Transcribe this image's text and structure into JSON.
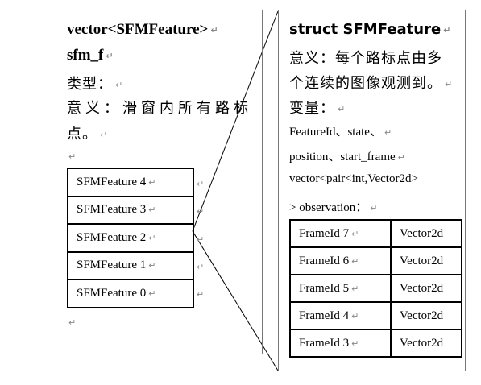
{
  "left": {
    "title_line1": "vector<SFMFeature>",
    "title_line2": "sfm_f",
    "type_label": "类型：",
    "meaning_line1": "意义：滑窗内所有路标",
    "meaning_line2": "点。",
    "features": [
      "SFMFeature 4",
      "SFMFeature 3",
      "SFMFeature 2",
      "SFMFeature 1",
      "SFMFeature 0"
    ]
  },
  "right": {
    "title": "struct SFMFeature",
    "meaning_line1": "意义：每个路标点由多",
    "meaning_line2": "个连续的图像观测到。",
    "vars_label": "变量：",
    "var_line1": "FeatureId、state、",
    "var_line2": "position、start_frame",
    "var_line3": "vector<pair<int,Vector2d>",
    "var_line4": "> observation：",
    "observations": [
      {
        "frame": "FrameId 7",
        "value": "Vector2d"
      },
      {
        "frame": "FrameId 6",
        "value": "Vector2d"
      },
      {
        "frame": "FrameId 5",
        "value": "Vector2d"
      },
      {
        "frame": "FrameId 4",
        "value": "Vector2d"
      },
      {
        "frame": "FrameId 3",
        "value": "Vector2d"
      }
    ]
  },
  "paragraph_mark": "↵"
}
